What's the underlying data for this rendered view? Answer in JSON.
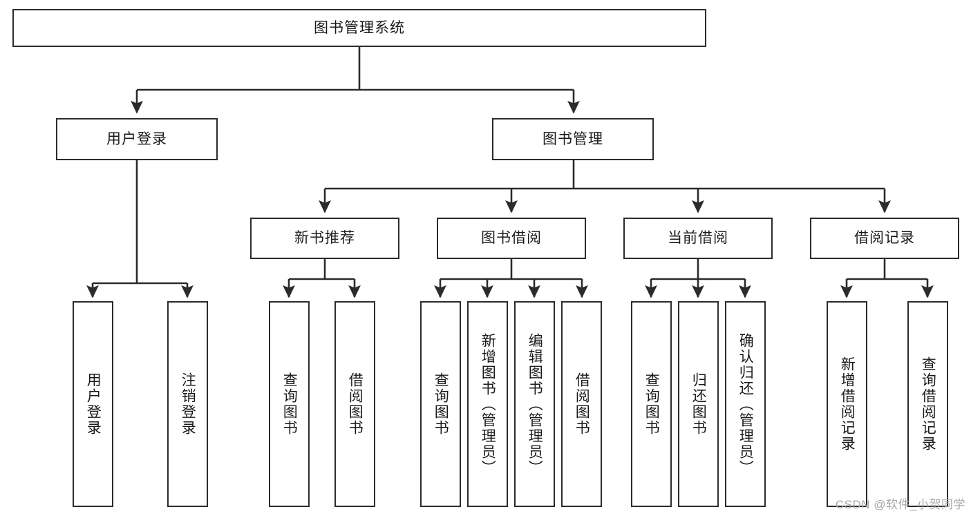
{
  "diagram": {
    "type": "tree-hierarchy",
    "root": {
      "id": "root",
      "label": "图书管理系统"
    },
    "level2": [
      {
        "id": "user-login",
        "label": "用户登录"
      },
      {
        "id": "book-manage",
        "label": "图书管理"
      }
    ],
    "level3": [
      {
        "id": "new-book-rec",
        "label": "新书推荐"
      },
      {
        "id": "book-borrow",
        "label": "图书借阅"
      },
      {
        "id": "current-borrow",
        "label": "当前借阅"
      },
      {
        "id": "borrow-record",
        "label": "借阅记录"
      }
    ],
    "leaves": {
      "user_login": [
        {
          "id": "leaf-user-login",
          "label": "用户登录"
        },
        {
          "id": "leaf-logout",
          "label": "注销登录"
        }
      ],
      "new_book_rec": [
        {
          "id": "leaf-query-book-1",
          "label": "查询图书"
        },
        {
          "id": "leaf-borrow-book-1",
          "label": "借阅图书"
        }
      ],
      "book_borrow": [
        {
          "id": "leaf-query-book-2",
          "label": "查询图书"
        },
        {
          "id": "leaf-add-book",
          "label": "新增图书（管理员）"
        },
        {
          "id": "leaf-edit-book",
          "label": "编辑图书（管理员）"
        },
        {
          "id": "leaf-borrow-book-2",
          "label": "借阅图书"
        }
      ],
      "current_borrow": [
        {
          "id": "leaf-query-book-3",
          "label": "查询图书"
        },
        {
          "id": "leaf-return-book",
          "label": "归还图书"
        },
        {
          "id": "leaf-confirm-return",
          "label": "确认归还（管理员）"
        }
      ],
      "borrow_record": [
        {
          "id": "leaf-add-record",
          "label": "新增借阅记录"
        },
        {
          "id": "leaf-query-record",
          "label": "查询借阅记录"
        }
      ]
    }
  },
  "watermark": {
    "text": "CSDN @软件_小贺同学"
  },
  "colors": {
    "border": "#2b2b2b",
    "background": "#ffffff",
    "text": "#1a1a1a",
    "connector": "#2b2b2b",
    "watermark": "#a8a8a8"
  }
}
